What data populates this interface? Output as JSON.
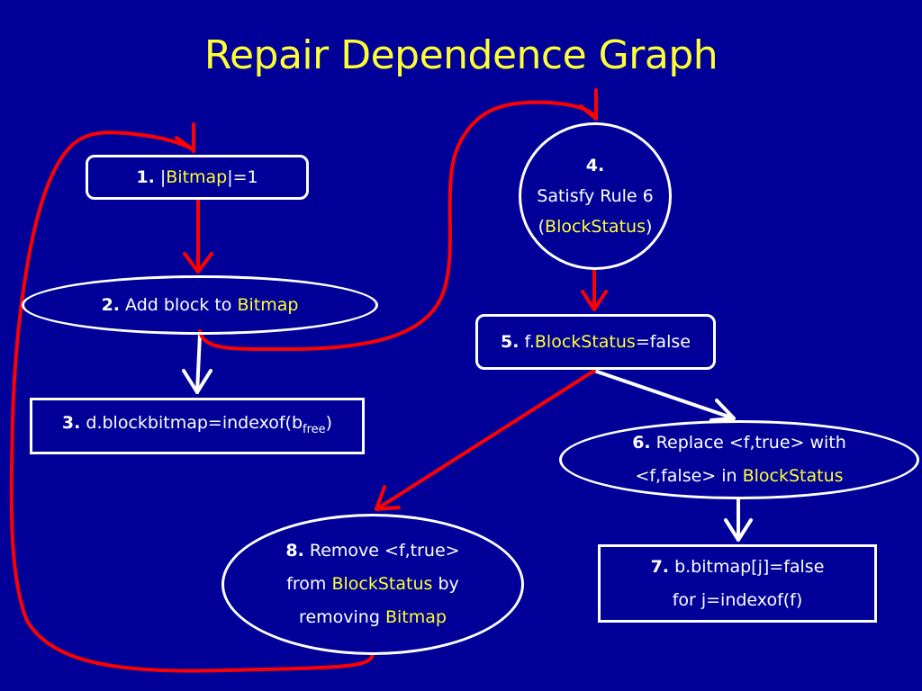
{
  "title": "Repair Dependence Graph",
  "colors": {
    "background": "#000099",
    "highlight": "#ffff33",
    "red_edge": "#ff0000",
    "white_edge": "#ffffff"
  },
  "nodes": [
    {
      "id": 1,
      "shape": "rounded-rect",
      "num": "1.",
      "parts": [
        " |",
        "Bitmap",
        "|=1"
      ]
    },
    {
      "id": 2,
      "shape": "ellipse",
      "num": "2.",
      "parts": [
        " Add block to ",
        "Bitmap"
      ]
    },
    {
      "id": 3,
      "shape": "rect",
      "num": "3.",
      "text": " d.blockbitmap=indexof(b",
      "sub": "free",
      "after": ")"
    },
    {
      "id": 4,
      "shape": "circle",
      "num": "4.",
      "line2": "Satisfy Rule 6",
      "line3_pre": "(",
      "line3_hl": "BlockStatus",
      "line3_post": ")"
    },
    {
      "id": 5,
      "shape": "rounded-rect",
      "num": "5.",
      "parts": [
        " f.",
        "BlockStatus",
        "=false"
      ]
    },
    {
      "id": 6,
      "shape": "ellipse",
      "num": "6.",
      "line1": " Replace <f,true> with",
      "line2_pre": "<f,false> in ",
      "line2_hl": "BlockStatus"
    },
    {
      "id": 7,
      "shape": "rect",
      "num": "7.",
      "line1": " b.bitmap[j]=false",
      "line2": "for j=indexof(f)"
    },
    {
      "id": 8,
      "shape": "ellipse",
      "num": "8.",
      "line1": " Remove <f,true>",
      "line2_pre": "from ",
      "line2_hl": "BlockStatus",
      "line2_post": " by",
      "line3_pre": "removing ",
      "line3_hl": "Bitmap"
    }
  ],
  "edges": [
    {
      "from": 1,
      "to": 2,
      "color": "red"
    },
    {
      "from": 2,
      "to": 3,
      "color": "white"
    },
    {
      "from": 2,
      "to": 4,
      "color": "red"
    },
    {
      "from": 4,
      "to": 5,
      "color": "red"
    },
    {
      "from": 5,
      "to": 6,
      "color": "white"
    },
    {
      "from": 5,
      "to": 8,
      "color": "red"
    },
    {
      "from": 6,
      "to": 7,
      "color": "white"
    },
    {
      "from": 8,
      "to": 1,
      "color": "red"
    }
  ]
}
